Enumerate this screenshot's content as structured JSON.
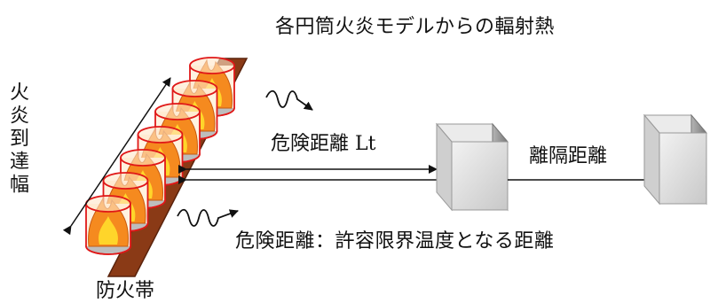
{
  "title": "各円筒火炎モデルからの輻射熱",
  "labels": {
    "hazard_distance": "危険距離 Lt",
    "separation_distance": "離隔距離",
    "definition": "危険距離：許容限界温度となる距離",
    "firebreak": "防火帯",
    "flame_reach_width": "火炎到達幅"
  },
  "colors": {
    "firebreak": "#8a3a16",
    "firebreak_edge": "#5a230c",
    "cylinder_outline": "#e01818",
    "flame_orange": "#f58a1f",
    "flame_yellow": "#ffd52a",
    "wall_face": "#dcdcdc",
    "wall_side": "#8e8e8e",
    "arrow": "#111111"
  },
  "diagram": {
    "cylinder_count": 7,
    "wall_count": 2
  }
}
